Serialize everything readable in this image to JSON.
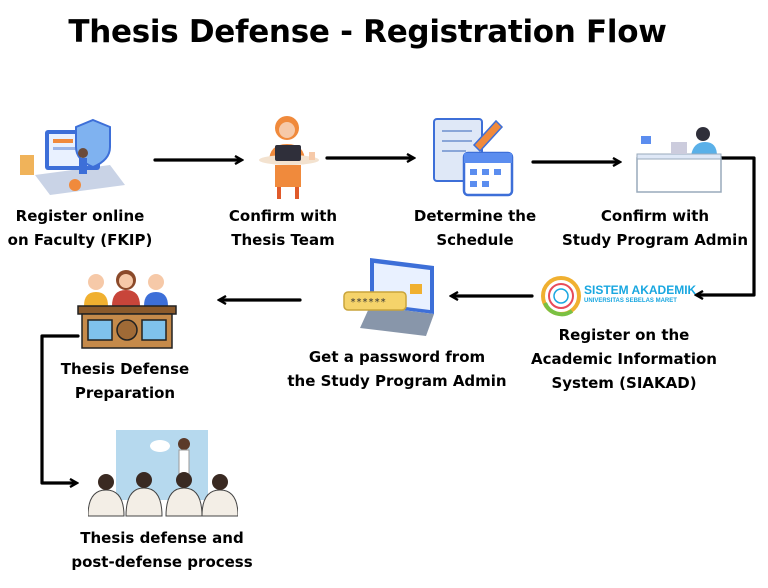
{
  "title": "Thesis Defense - Registration Flow",
  "steps": [
    {
      "id": "register-fkip",
      "line1": "Register online",
      "line2": "on Faculty (FKIP)",
      "icon": "computer-security-icon"
    },
    {
      "id": "confirm-thesis-team",
      "line1": "Confirm with",
      "line2": "Thesis Team",
      "icon": "person-laptop-icon"
    },
    {
      "id": "determine-schedule",
      "line1": "Determine the",
      "line2": "Schedule",
      "icon": "calendar-document-icon"
    },
    {
      "id": "confirm-admin",
      "line1": "Confirm with",
      "line2": "Study Program Admin",
      "icon": "reception-desk-icon"
    },
    {
      "id": "register-siakad",
      "line1": "Register on the",
      "line2": "Academic Information",
      "line3": "System (SIAKAD)",
      "icon": "siakad-logo"
    },
    {
      "id": "get-password",
      "line1": "Get a password from",
      "line2": "the Study Program Admin",
      "icon": "password-laptop-icon"
    },
    {
      "id": "preparation",
      "line1": "Thesis Defense",
      "line2": "Preparation",
      "icon": "examiners-panel-icon"
    },
    {
      "id": "defense",
      "line1": "Thesis defense and",
      "line2": "post-defense process",
      "icon": "presentation-audience-icon"
    }
  ],
  "logo": {
    "main": "SISTEM AKADEMIK",
    "sub": "UNIVERSITAS SEBELAS MARET"
  },
  "colors": {
    "arrow": "#000000",
    "logo": "#19a7e0",
    "accent_blue": "#5b8def",
    "accent_orange": "#f08a3c"
  }
}
